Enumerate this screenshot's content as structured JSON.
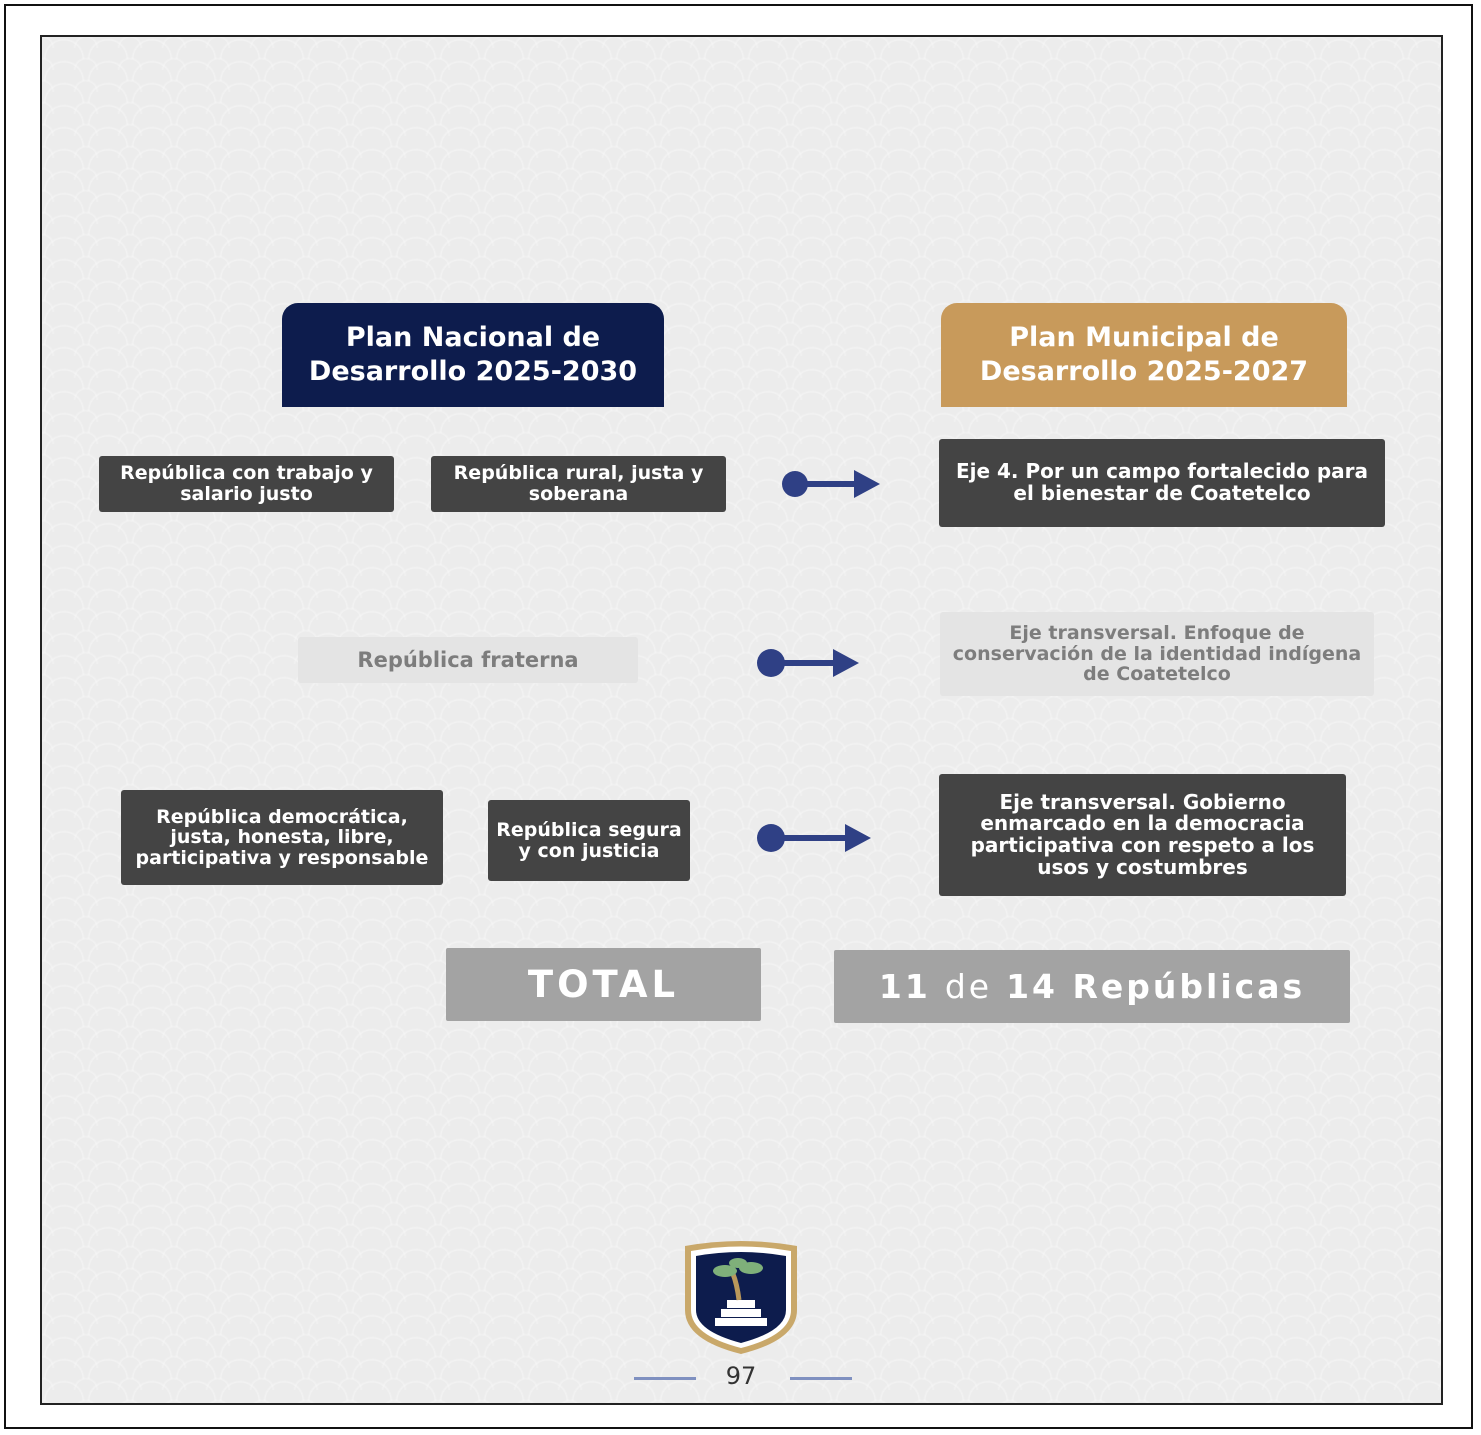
{
  "headers": {
    "national": "Plan Nacional de Desarrollo 2025-2030",
    "municipal": "Plan Municipal de Desarrollo 2025-2027"
  },
  "rows": [
    {
      "national": [
        "República con trabajo y salario justo",
        "República rural, justa y soberana"
      ],
      "municipal": "Eje 4. Por un campo fortalecido para el bienestar de Coatetelco"
    },
    {
      "national": [
        "República fraterna"
      ],
      "municipal": "Eje transversal. Enfoque de conservación de la identidad indígena de Coatetelco"
    },
    {
      "national": [
        "República democrática, justa, honesta, libre, participativa y responsable",
        "República segura y con justicia"
      ],
      "municipal": "Eje transversal. Gobierno enmarcado en la democracia participativa con respeto a los usos y costumbres"
    }
  ],
  "total": {
    "label": "TOTAL",
    "count": "11",
    "connector": "de",
    "of": "14 Repúblicas"
  },
  "footer": {
    "page_number": "97"
  },
  "colors": {
    "national_header": "#0d1c4d",
    "municipal_header": "#c89a5b",
    "dark_box": "#444444",
    "arrow": "#2f4085"
  }
}
